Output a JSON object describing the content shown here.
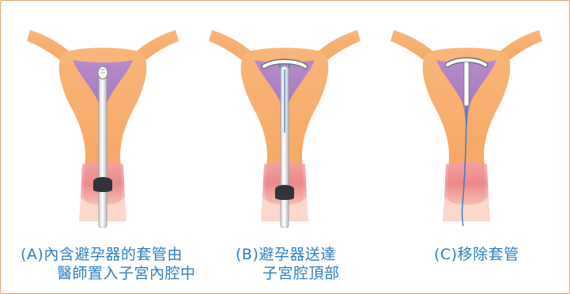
{
  "colors": {
    "uterus": "#f7a964",
    "uterus_light": "#fbc79a",
    "cavity": "#a77bbd",
    "cervix": "#e9848f",
    "caption": "#2e7fc4",
    "border": "#f0a276"
  },
  "steps": [
    {
      "id": "A",
      "caption_line1": "(A)內含避孕器的套管由",
      "caption_line2": "醫師置入子宮內腔中"
    },
    {
      "id": "B",
      "caption_line1": "(B)避孕器送達",
      "caption_line2": "子宮腔頂部"
    },
    {
      "id": "C",
      "caption_line1": "(C)移除套管",
      "caption_line2": ""
    }
  ]
}
